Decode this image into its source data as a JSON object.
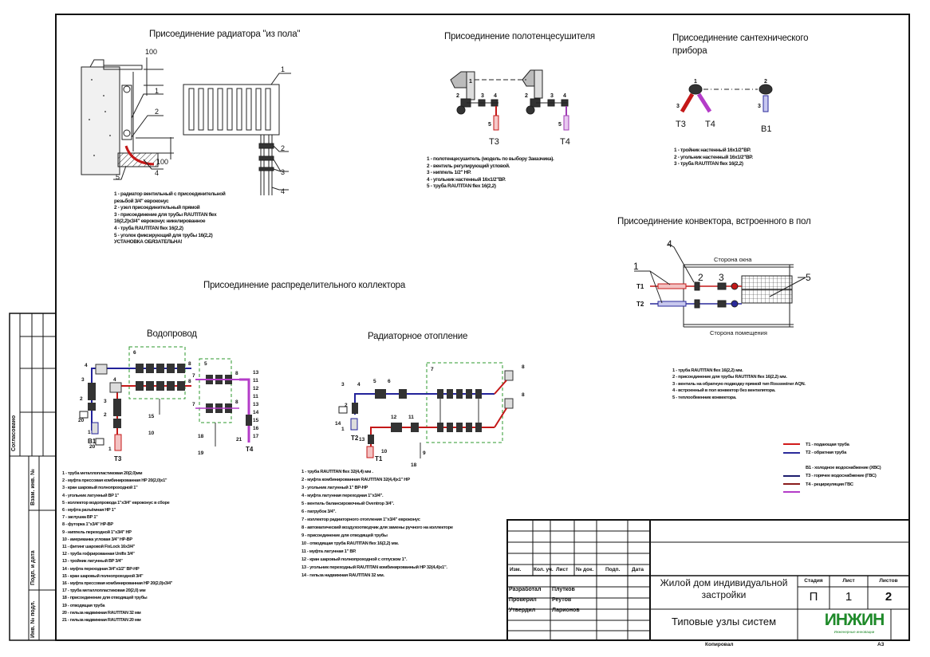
{
  "sections": {
    "radiator_floor": {
      "title": "Присоединение радиатора \"из пола\"",
      "dims": [
        "100",
        "100"
      ],
      "callouts": [
        "1",
        "2",
        "5",
        "4",
        "1",
        "2",
        "3",
        "4"
      ],
      "notes": [
        "1 - радиатор  вентильный с присоединительной",
        "резьбой 3/4\" евроконус",
        "2 - узел присоединительный прямой",
        "3 - присоединение для трубы RAUTITAN flex",
        "16(2,2)x3/4\" евроконус никелированное",
        "4 - труба RAUTITAN flex 16(2,2)",
        "5 - уголок фиксирующий для трубы 16(2,2)",
        "УСТАНОВКА ОБЯЗАТЕЛЬНА!"
      ]
    },
    "towel_dryer": {
      "title": "Присоединение полотенцесушителя",
      "callouts": [
        "1",
        "2",
        "3",
        "4",
        "2",
        "3",
        "4",
        "5",
        "5"
      ],
      "pipe_labels": [
        "T3",
        "T4"
      ],
      "notes": [
        "1 - полотенцесушитель (модель по выбору Заказчика).",
        "2 - вентиль регулирующий угловой.",
        "3 - ниппель 1/2\" НР.",
        "4 - угольник настенный 16x1/2\"ВР.",
        "5 - труба RAUTITAN flex 16(2,2)"
      ]
    },
    "sanitary": {
      "title_line1": "Присоединение сантехнического",
      "title_line2": "прибора",
      "callouts": [
        "1",
        "2",
        "3",
        "3"
      ],
      "pipe_labels": [
        "T3",
        "T4",
        "B1"
      ],
      "notes": [
        "1 - тройник настенный 16x1/2\"ВР.",
        "2 - угольник настенный 16x1/2\"ВР.",
        "3 - труба RAUTITAN flex 16(2,2)"
      ]
    },
    "convector": {
      "title": "Присоединение конвектора, встроенного в пол",
      "window_side": "Сторона окна",
      "room_side": "Сторона помещения",
      "callouts": [
        "1",
        "4",
        "2",
        "3",
        "5"
      ],
      "pipe_labels": [
        "T1",
        "T2"
      ],
      "notes": [
        "1 - труба RAUTITAN flex 16(2,2) мм.",
        "2 - присоединение для трубы RAUTITAN flex 16(2,2) мм.",
        "3 - вентиль на обратную подводку прямой тип Rossweiner AQN.",
        "4 - встроенный в пол конвектор  без вентилятора.",
        "5 - теплообменник конвектора."
      ]
    },
    "collector": {
      "title": "Присоединение распределительного коллектора"
    },
    "water_supply": {
      "title": "Водопровод",
      "callouts": [
        "6",
        "8",
        "8",
        "4",
        "3",
        "2",
        "20",
        "1",
        "4",
        "3",
        "2",
        "20",
        "1",
        "15",
        "10",
        "5",
        "7",
        "7",
        "8",
        "8",
        "13",
        "11",
        "12",
        "11",
        "13",
        "14",
        "15",
        "16",
        "17",
        "21",
        "18",
        "19"
      ],
      "pipe_labels": [
        "B1",
        "T3",
        "T4"
      ],
      "notes": [
        "1 - труба металлопластиковая 20(2,0)мм",
        "2 - муфта прессовая комбинированная НР 20(2,0)x1\"",
        "3 - кран шаровый полнопроходной 1\"",
        "4 - угольник латунный ВР 1\"",
        "5 - коллектор водопровода 1\"x3/4\" евроконус в сборе",
        "6 - муфта разъёмная НР 1\"",
        "7 - заглушка ВР 1\"",
        "8 - футорка 1\"x3/4\" НР-ВР",
        "9 - ниппель переходной 1\"x3/4\" НР",
        "10 - американка угловая 3/4\" НР-ВР",
        "11 - фитинг шаровой FixLock 16x3/4\"",
        "12 - труба гофрированная Unifix 3/4\"",
        "13 - тройник латунный ВР 3/4\"",
        "14 - муфта переходная 3/4\"x1/2\" ВР-НР",
        "15 - кран шаровый полнопроходной 3/4\"",
        "16 - муфта прессовая комбинированная НР 20(2,0)x3/4\"",
        "17 - труба металлопластиковая 20(2,0) мм",
        "18 - присоединение для отводящей трубы",
        "19 - отводящая труба",
        "20 - гильза надвижная RAUTITAN 32 мм",
        "21 - гильза надвижная RAUTITAN 20 мм"
      ]
    },
    "radiator_heating": {
      "title": "Радиаторное отопление",
      "callouts": [
        "3",
        "4",
        "5",
        "6",
        "2",
        "1",
        "14",
        "13",
        "12",
        "11",
        "10",
        "9",
        "7",
        "8",
        "8",
        "18"
      ],
      "pipe_labels": [
        "T1",
        "T2"
      ],
      "notes": [
        "1 - труба RAUTITAN flex 32(4,4) мм .",
        "2 - муфта комбинированная RAUTITAN 32(4,4)x1\" НР",
        "3 - угольник латунный 1\" ВР-НР",
        "4 - муфта латунная переходная 1\"x3/4\".",
        "5 - вентиль балансировочный Oventrop 3/4\".",
        "6 - патрубок 3/4\".",
        "7 - коллектор радиаторного отопления  1\"x3/4\" евроконус",
        "8 - автоматический воздухоотводчик для замены ручного на коллекторе",
        "9 - присоединение для отводящей трубы",
        "10 - отводящая труба RAUTITAN flex 16(2,2) мм.",
        "11 - муфта латунная 1\" ВР.",
        "12 - кран шаровый полнопроходной с отпуском 1\".",
        "13 - угольник переходный RAUTITAN комбинированный НР 32(4,4)x1\".",
        "14 - гильза надвижная RAUTITAN 32 мм."
      ]
    }
  },
  "legend": [
    {
      "label": "T1 - подающая труба",
      "color": "#d11a1a"
    },
    {
      "label": "T2 - обратная труба",
      "color": "#2a2a9a"
    },
    {
      "label": "B1 - холодное водоснабжение (ХВС)",
      "color": "#1c1c6e"
    },
    {
      "label": "T3 - горячее водоснабжение (ГВС)",
      "color": "#8a1c1c"
    },
    {
      "label": "T4 - рециркуляция ГВС",
      "color": "#b43cc8"
    }
  ],
  "stamp": {
    "agreed": "Согласовано",
    "replace_inv": "Взам. инв. №",
    "sign_date": "Подп. и дата",
    "inv_orig": "Инв. № подл."
  },
  "title_block": {
    "headers": [
      "Изм.",
      "Кол. уч.",
      "Лист",
      "№ док.",
      "Подп.",
      "Дата"
    ],
    "roles": [
      {
        "role": "Разработал",
        "name": "Плутков"
      },
      {
        "role": "Проверил",
        "name": "Реутов"
      },
      {
        "role": "Утвердил",
        "name": "Ларионов"
      }
    ],
    "project": "Жилой дом индивидуальной застройки",
    "sheet_title": "Типовые узлы систем",
    "stage_label": "Стадия",
    "sheet_label": "Лист",
    "sheets_label": "Листов",
    "stage": "П",
    "sheet": "1",
    "sheets": "2",
    "logo_text": "ИНЖИН",
    "logo_sub": "Инженерные инновации",
    "logo_color": "#1f8a2a",
    "copied": "Копировал",
    "format": "А3"
  }
}
